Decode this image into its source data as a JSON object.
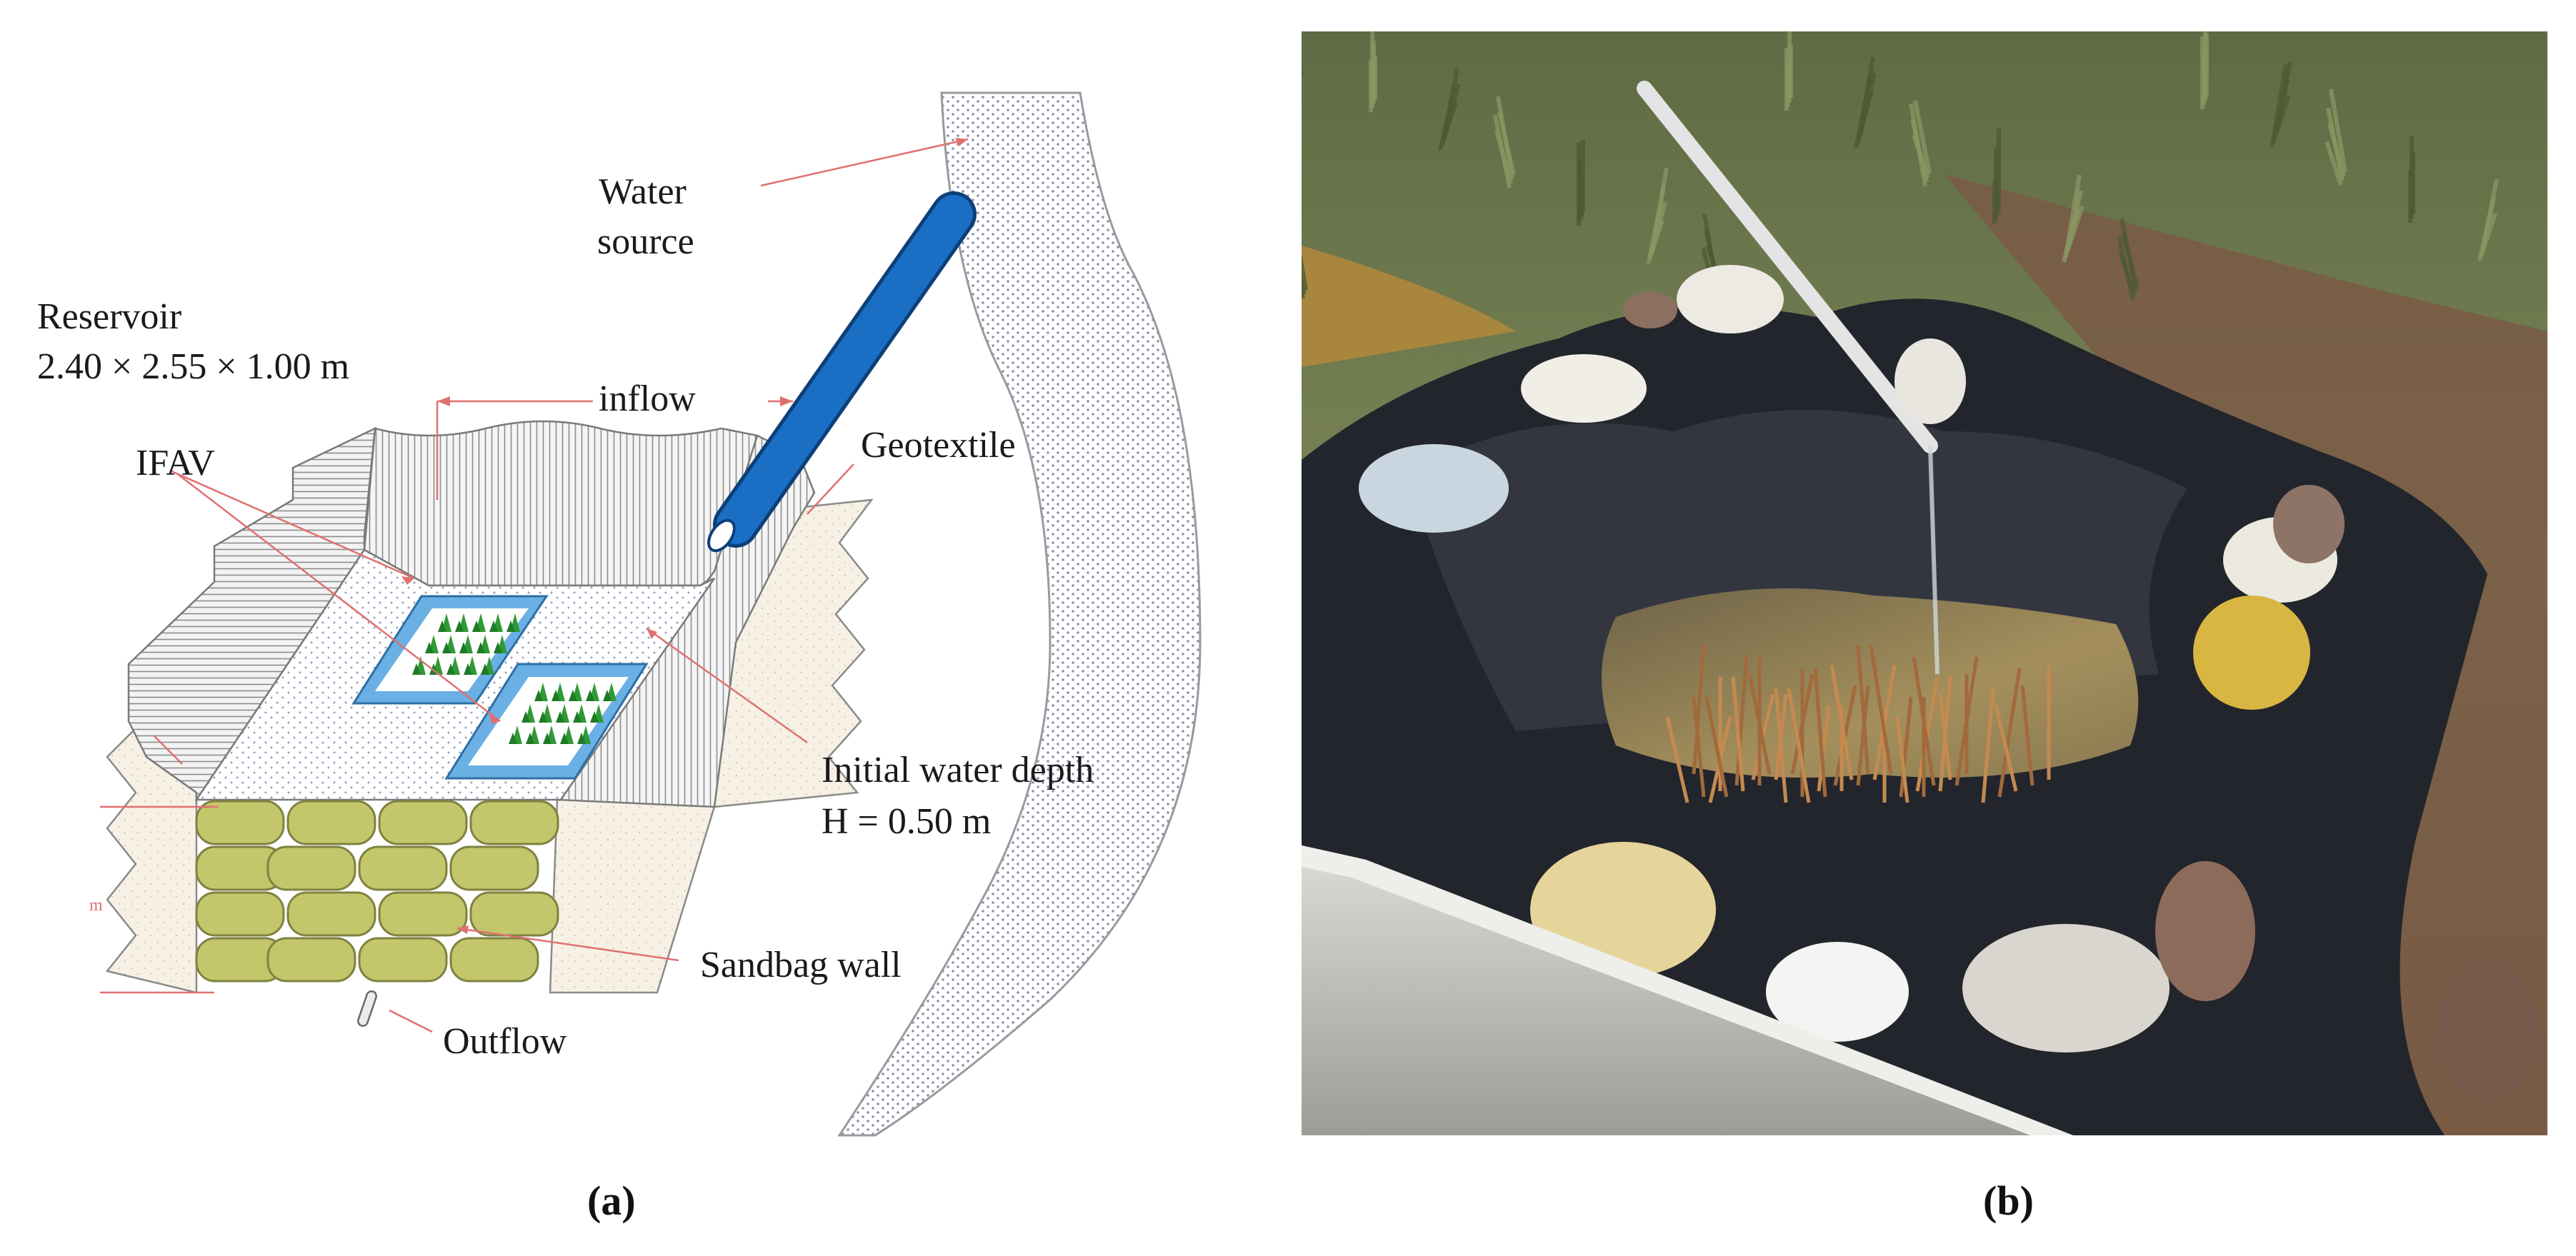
{
  "panel_a": {
    "letter": "(a)",
    "labels": {
      "water_source_1": "Water",
      "water_source_2": "source",
      "reservoir_1": "Reservoir",
      "reservoir_2": "2.40 × 2.55 × 1.00 m",
      "inflow": "inflow",
      "geotextile": "Geotextile",
      "ifav": "IFAV",
      "initial_depth_1": "Initial water depth",
      "initial_depth_2": "H = 0.50 m",
      "sandbag_wall": "Sandbag wall",
      "outflow": "Outflow",
      "margin_mark": "m"
    },
    "colors": {
      "pipe": "#1a6fc4",
      "sandbag": "#c3c66a",
      "float_frame": "#6ab0e4",
      "plants": "#2f9a35",
      "leader_lines": "#e07070",
      "stream": "#cfd6ea"
    }
  },
  "panel_b": {
    "letter": "(b)",
    "colors": {
      "grass": "#6d7a4a",
      "soil": "#7a5a45",
      "liner": "#23252c",
      "water": "#a48f5c",
      "concrete": "#c9c9c6"
    }
  }
}
